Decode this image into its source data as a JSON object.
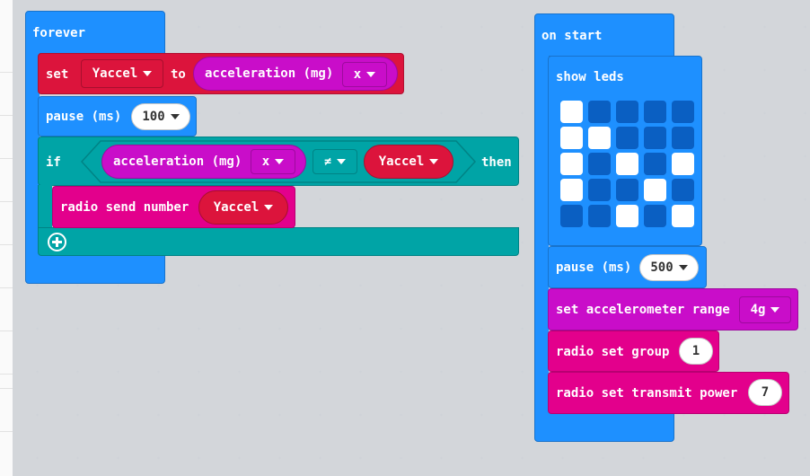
{
  "forever": {
    "header": "forever",
    "set_label": "set",
    "set_var": "Yaccel",
    "to_label": "to",
    "accel_label": "acceleration (mg)",
    "accel_axis": "x",
    "pause_label": "pause (ms)",
    "pause_value": "100",
    "if_label": "if",
    "cond_left_label": "acceleration (mg)",
    "cond_left_axis": "x",
    "cond_operator": "≠",
    "cond_right_var": "Yaccel",
    "then_label": "then",
    "radio_send_label": "radio send number",
    "radio_send_var": "Yaccel"
  },
  "on_start": {
    "header": "on start",
    "show_leds_label": "show leds",
    "leds": [
      [
        1,
        0,
        0,
        0,
        0
      ],
      [
        1,
        1,
        0,
        0,
        0
      ],
      [
        1,
        0,
        1,
        0,
        1
      ],
      [
        1,
        0,
        0,
        1,
        0
      ],
      [
        0,
        0,
        1,
        0,
        1
      ]
    ],
    "pause_label": "pause (ms)",
    "pause_value": "500",
    "accel_range_label": "set accelerometer range",
    "accel_range_value": "4g",
    "radio_group_label": "radio set group",
    "radio_group_value": "1",
    "tx_power_label": "radio set transmit power",
    "tx_power_value": "7"
  },
  "colors": {
    "basic": "#1e90ff",
    "variables": "#dc143c",
    "input": "#c90dc9",
    "logic": "#00a4a6",
    "radio": "#e3008c",
    "led_on": "#ffffff",
    "led_off": "#0a5fc2"
  }
}
